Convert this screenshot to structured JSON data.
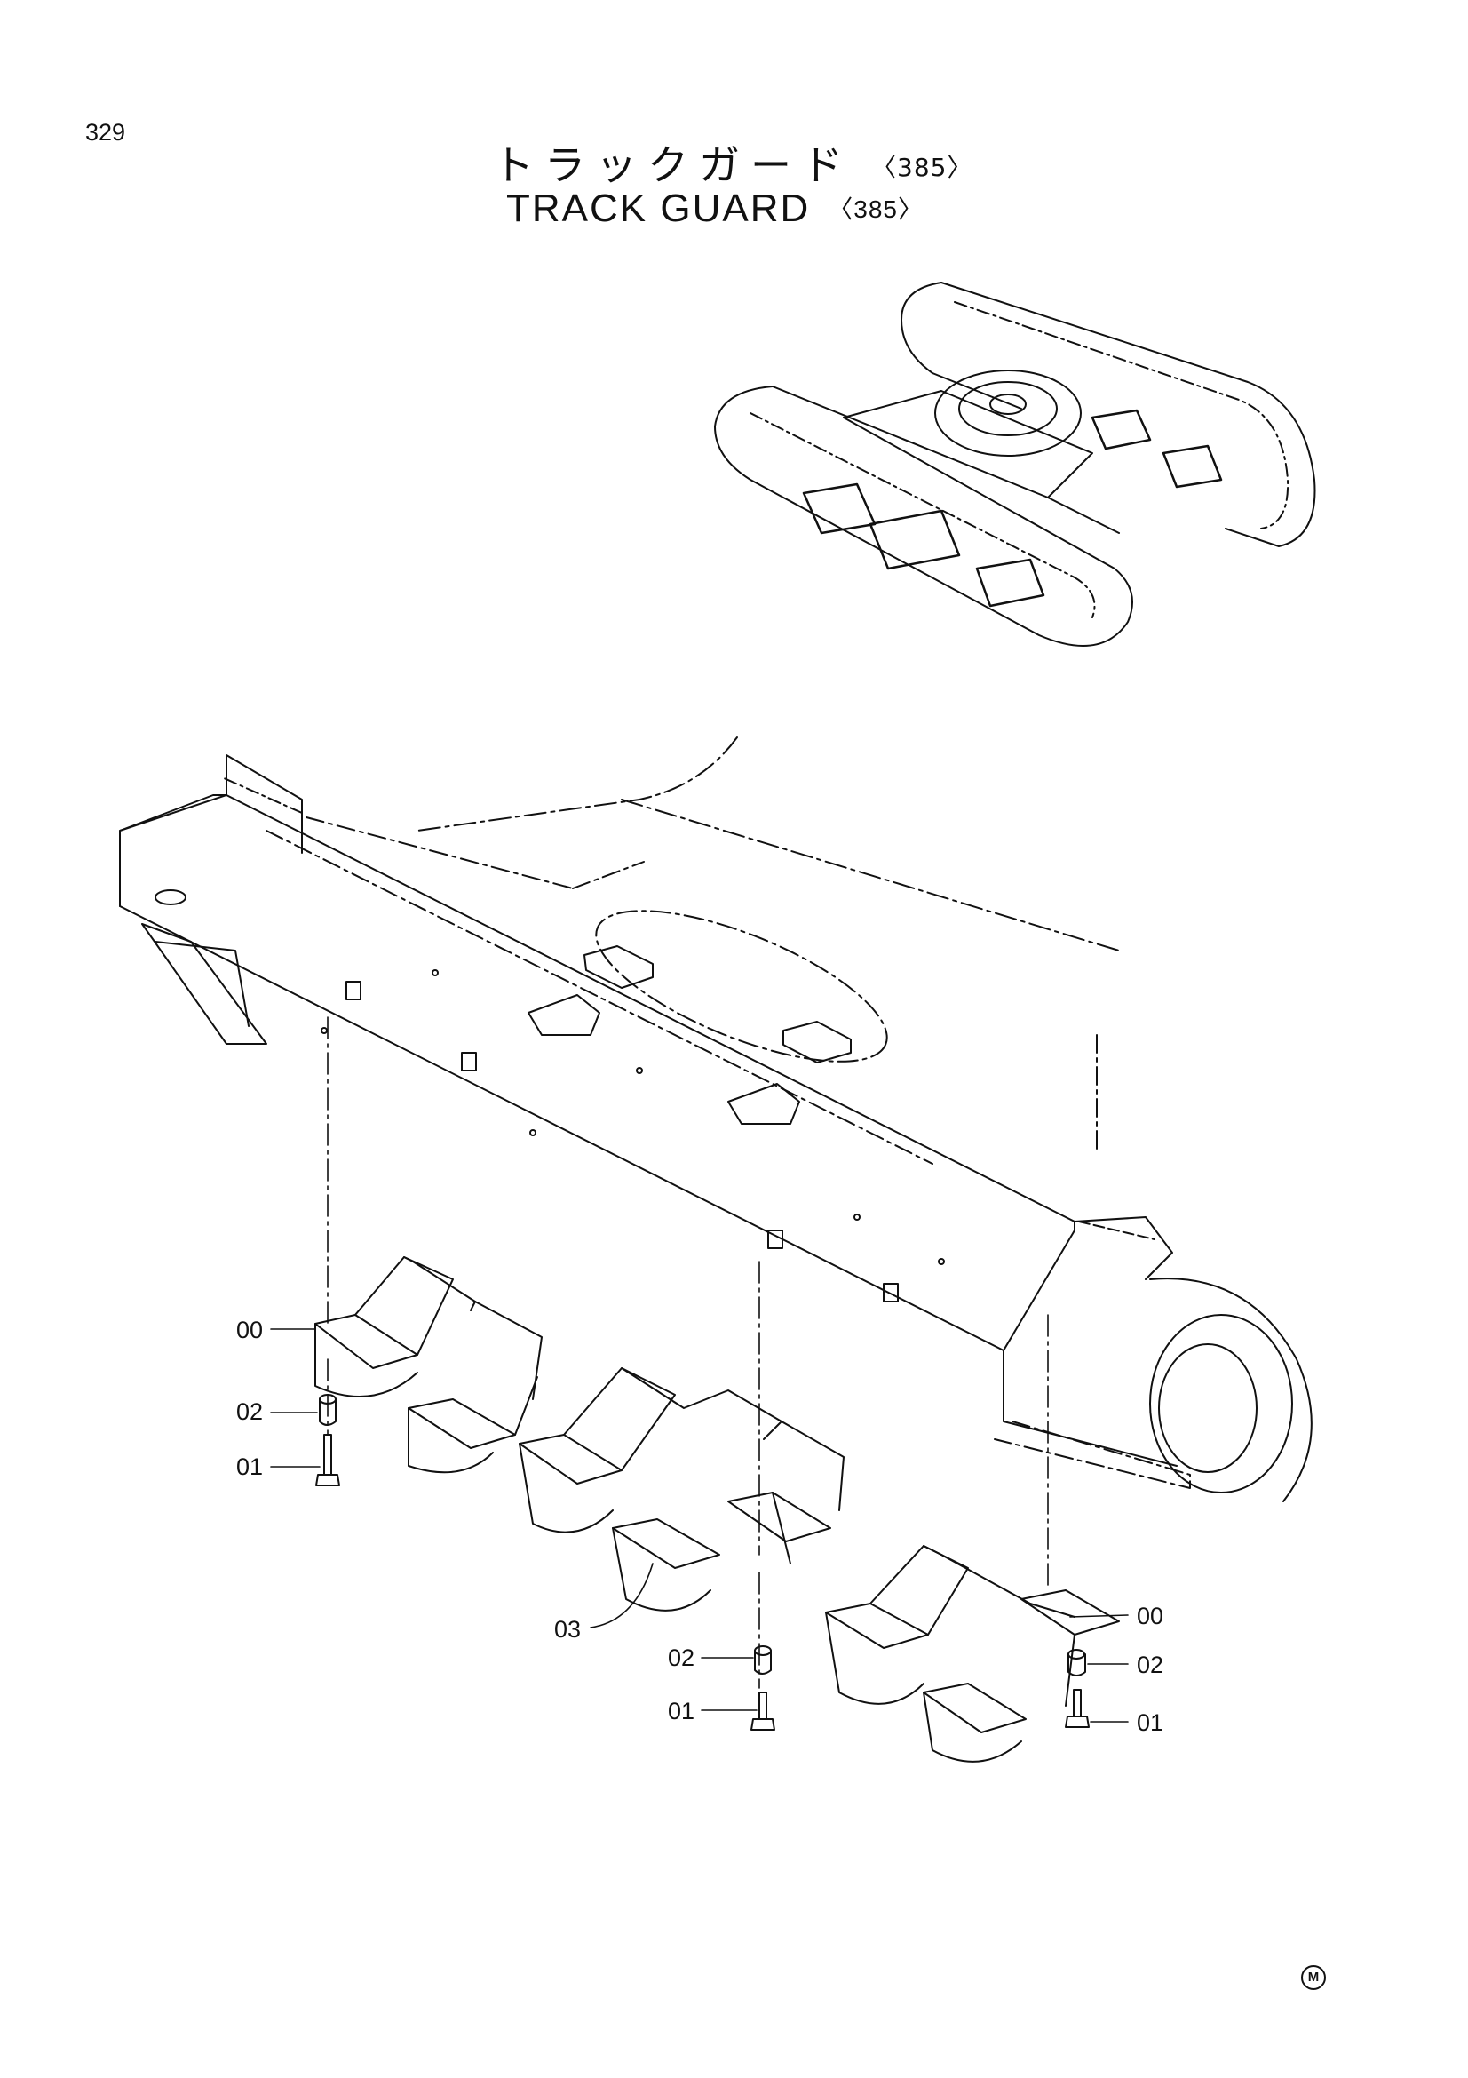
{
  "page": {
    "number": "329",
    "title_jp": "トラックガード",
    "title_en": "TRACK GUARD",
    "code": "〈385〉",
    "corner_mark": "M"
  },
  "diagram": {
    "kind": "exploded parts diagram",
    "callouts": [
      {
        "id": "c00-left",
        "label": "00"
      },
      {
        "id": "c02-left",
        "label": "02"
      },
      {
        "id": "c01-left",
        "label": "01"
      },
      {
        "id": "c03",
        "label": "03"
      },
      {
        "id": "c02-mid",
        "label": "02"
      },
      {
        "id": "c01-mid",
        "label": "01"
      },
      {
        "id": "c00-right",
        "label": "00"
      },
      {
        "id": "c02-right",
        "label": "02"
      },
      {
        "id": "c01-right",
        "label": "01"
      }
    ]
  }
}
